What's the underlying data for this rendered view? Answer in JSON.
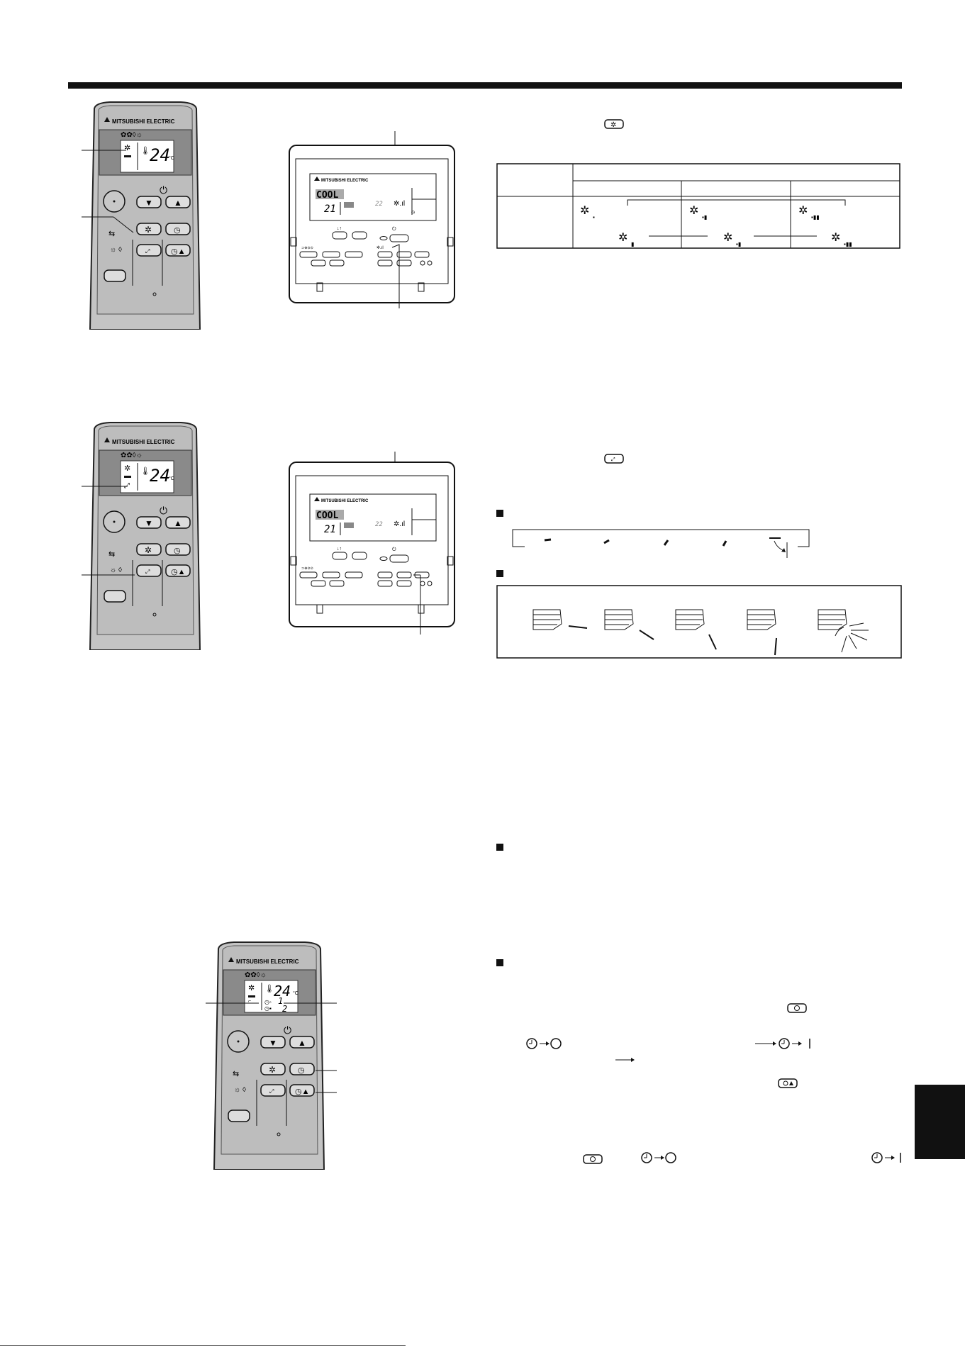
{
  "brand": "MITSUBISHI ELECTRIC",
  "remote": {
    "temp_display": "24",
    "temp_unit": "°C",
    "timer_values": [
      "1",
      "2"
    ]
  },
  "wired": {
    "mode_display": "COOL",
    "room_temp_display": "21",
    "set_temp_display": "22"
  },
  "section1": {
    "button_icon": "fan-speed-icon",
    "table": {
      "columns": 3,
      "top_row_speed_icons": [
        "fan-speed-2-icon",
        "fan-speed-3-icon",
        "fan-speed-4-icon"
      ],
      "bottom_row_speed_icons": [
        "fan-speed-1-icon",
        "fan-speed-3-icon",
        "fan-speed-4-icon"
      ]
    }
  },
  "section2": {
    "button_icon": "airflow-direction-icon",
    "vane_steps": 5,
    "louver_steps": 5
  },
  "section3": {
    "timer_icons": [
      "timer-on-icon",
      "timer-off-icon"
    ]
  },
  "colors": {
    "remote_body": "#c4c4c4",
    "remote_face": "#bdbdbd",
    "lcd_bezel": "#8a8a8a",
    "lcd": "#ffffff",
    "ink": "#111111"
  }
}
